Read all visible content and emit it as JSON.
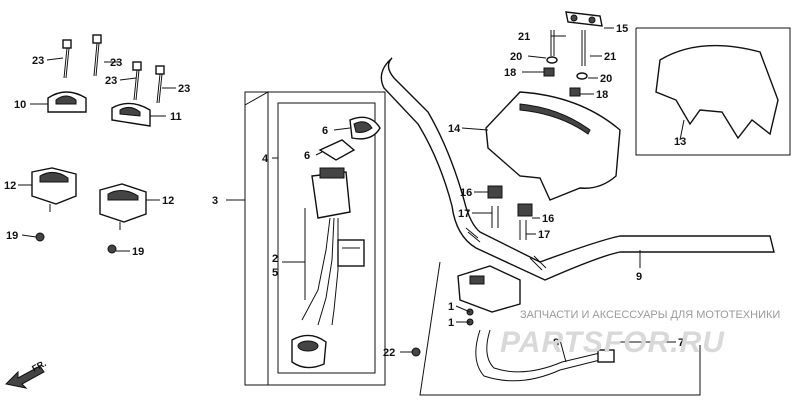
{
  "callouts": {
    "c23a": "23",
    "c23b": "23",
    "c23c": "23",
    "c23d": "23",
    "c10": "10",
    "c11": "11",
    "c12a": "12",
    "c12b": "12",
    "c19a": "19",
    "c19b": "19",
    "c3": "3",
    "c4": "4",
    "c6a": "6",
    "c6b": "6",
    "c2": "2",
    "c5": "5",
    "c21a": "21",
    "c21b": "21",
    "c15": "15",
    "c20a": "20",
    "c20b": "20",
    "c18a": "18",
    "c18b": "18",
    "c14": "14",
    "c13": "13",
    "c16a": "16",
    "c16b": "16",
    "c17a": "17",
    "c17b": "17",
    "c9": "9",
    "c1a": "1",
    "c1b": "1",
    "c22": "22",
    "c8": "8",
    "c7": "7"
  },
  "direction_label": "FR.",
  "watermark": {
    "text": "ЗАПЧАСТИ И АКСЕССУАРЫ ДЛЯ МОТОТЕХНИКИ",
    "logo": "PARTSFOR.RU"
  }
}
